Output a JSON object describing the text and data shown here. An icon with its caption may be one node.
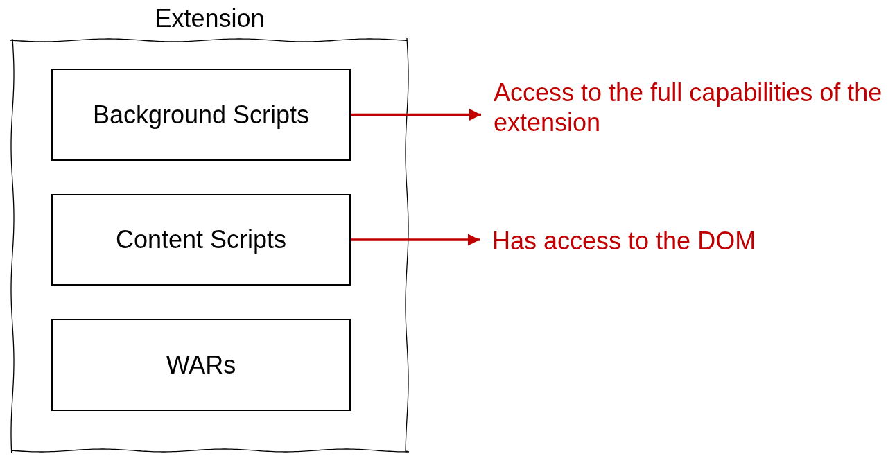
{
  "diagram": {
    "nodes": [
      {
        "text": [
          "Extension"
        ]
      },
      {
        "text": [
          "Background Scripts"
        ],
        "in": 0
      },
      {
        "text": [
          "Content Scripts"
        ],
        "in": 0
      },
      {
        "text": [
          "WARs"
        ],
        "in": 0
      },
      {
        "text": [
          "Access to the full capabilities of the extension"
        ]
      },
      {
        "text": [
          "Has access to the DOM"
        ]
      }
    ],
    "edges": [
      {
        "from": 1,
        "to": 4,
        "arrow": "to",
        "color": "#c00000"
      },
      {
        "from": 2,
        "to": 5,
        "arrow": "to",
        "color": "#c00000"
      }
    ]
  }
}
